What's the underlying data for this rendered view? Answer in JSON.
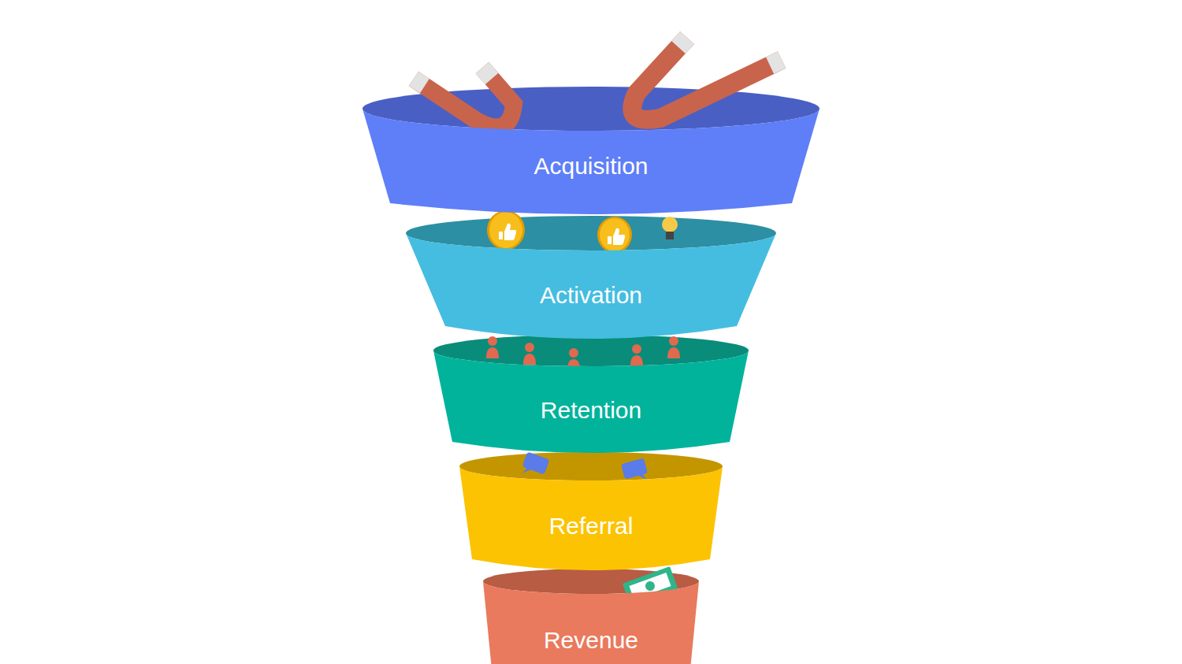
{
  "diagram": {
    "nodes": [
      {
        "text": [
          "Acquisition"
        ]
      },
      {
        "text": [
          "Activation"
        ]
      },
      {
        "text": [
          "Retention"
        ]
      },
      {
        "text": [
          "Referral"
        ]
      },
      {
        "text": [
          "Revenue"
        ]
      }
    ]
  }
}
